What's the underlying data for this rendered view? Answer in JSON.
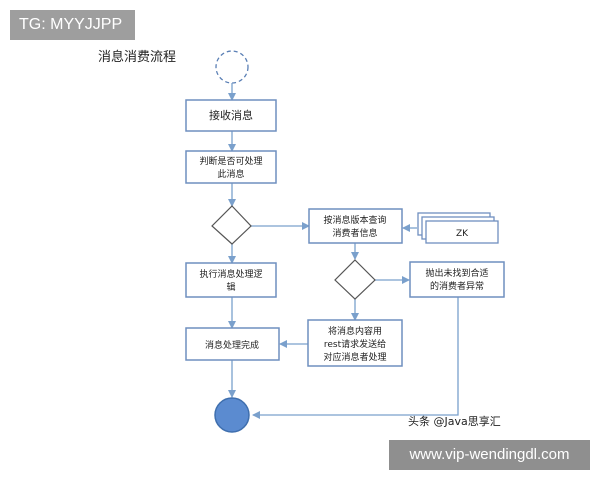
{
  "watermark_tag": "TG: MYYJJPP",
  "diagram_title": "消息消费流程",
  "nodes": {
    "receive": "接收消息",
    "judge_line1": "判断是否可处理",
    "judge_line2": "此消息",
    "execute_line1": "执行消息处理逻",
    "execute_line2": "辑",
    "done": "消息处理完成",
    "query_line1": "按消息版本查询",
    "query_line2": "消费者信息",
    "zk": "ZK",
    "error_line1": "抛出未找到合适",
    "error_line2": "的消费者异常",
    "forward_line1": "将消息内容用",
    "forward_line2": "rest请求发送给",
    "forward_line3": "对应消息者处理"
  },
  "source_caption": "头条 @Java思享汇",
  "watermark_site": "www.vip-wendingdl.com",
  "colors": {
    "box_border": "#6f8fbf",
    "arrow": "#7aa0cc",
    "end_fill": "#5b8bd0",
    "end_stroke": "#3f6fae"
  }
}
